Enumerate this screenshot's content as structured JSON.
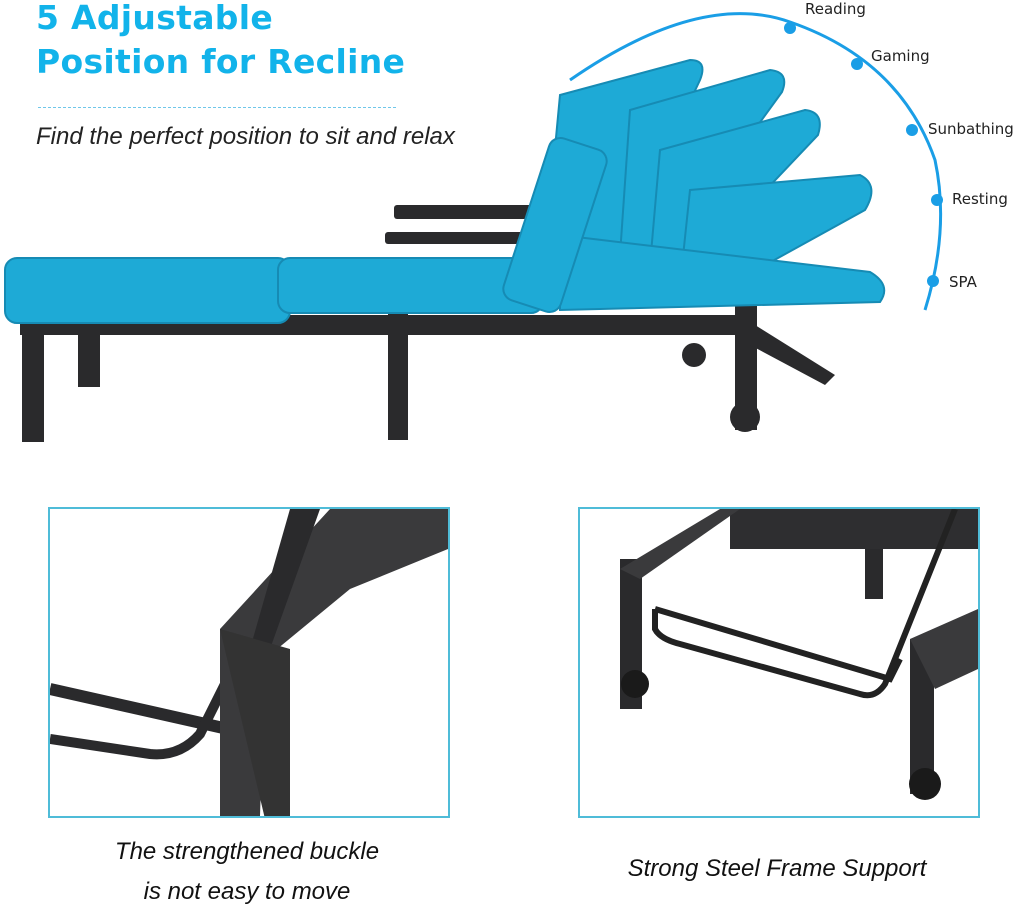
{
  "header": {
    "title_line1": "5 Adjustable",
    "title_line2": "Position for Recline",
    "subtitle": "Find the perfect position to sit and relax"
  },
  "positions": [
    {
      "label": "Reading"
    },
    {
      "label": "Gaming"
    },
    {
      "label": "Sunbathing"
    },
    {
      "label": "Resting"
    },
    {
      "label": "SPA"
    }
  ],
  "panels": {
    "left_caption_line1": "The strengthened buckle",
    "left_caption_line2": "is not easy to move",
    "right_caption": "Strong Steel Frame Support"
  },
  "colors": {
    "accent": "#12b3ea",
    "cushion": "#1eaad6",
    "frame": "#2a2a2c",
    "panel_border": "#4fbcd8"
  }
}
